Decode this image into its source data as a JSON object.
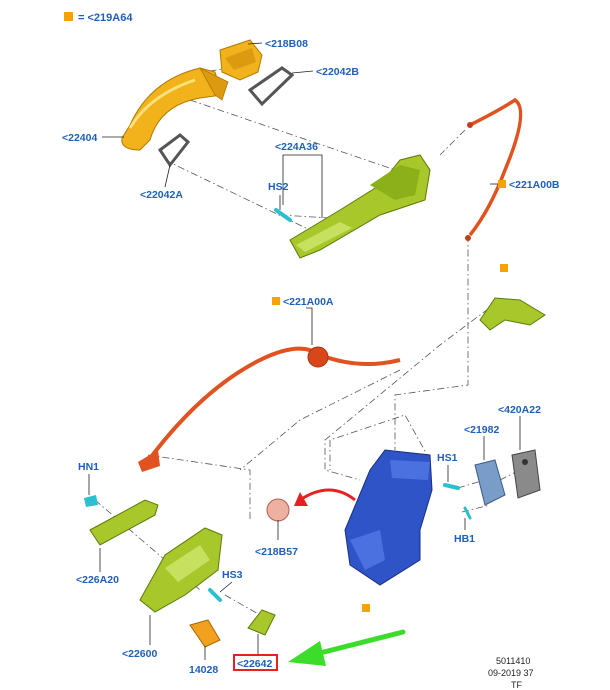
{
  "legend": {
    "text": "= <219A64",
    "marker_color": "#f5a300"
  },
  "labels": {
    "218B08": "<218B08",
    "22042B": "<22042B",
    "22404": "<22404",
    "22042A": "<22042A",
    "224A36": "<224A36",
    "HS2": "HS2",
    "221A00B": "<221A00B",
    "221A00A": "<221A00A",
    "420A22": "<420A22",
    "21982": "<21982",
    "HN1": "HN1",
    "HS1": "HS1",
    "HB1": "HB1",
    "218B57": "<218B57",
    "226A20": "<226A20",
    "HS3": "HS3",
    "22600": "<22600",
    "14028": "14028",
    "22642": "<22642"
  },
  "reference": {
    "line1": "5011410",
    "line2": "09-2019 37",
    "line3": "TF"
  },
  "colors": {
    "label_blue": "#1f5fb8",
    "handle_orange": "#f2b21c",
    "lime": "#a7c72a",
    "cable_red": "#e0521f",
    "latch_blue": "#2f54c8",
    "highlight_arrow": "#3cdc2a",
    "callout_red": "#e82020"
  }
}
